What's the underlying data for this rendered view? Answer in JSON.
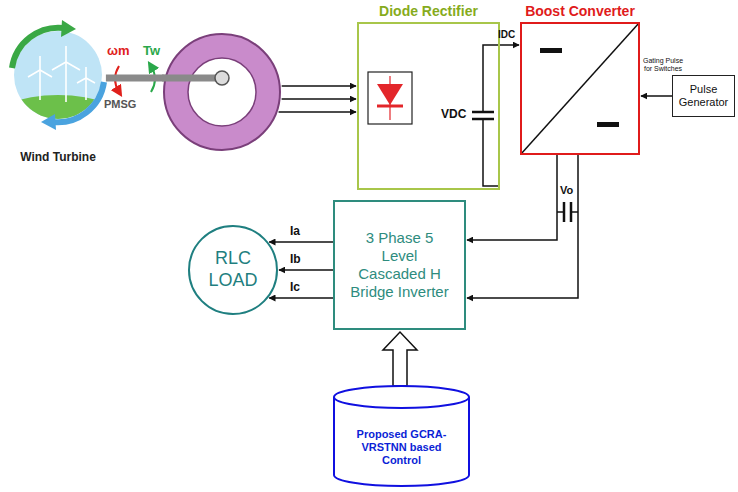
{
  "diagram": {
    "nodes": [
      {
        "text": [
          "Wind Turbine"
        ]
      },
      {
        "text": [
          "PMSG"
        ]
      },
      {
        "text": [
          "Diode Rectifier"
        ]
      },
      {
        "text": [
          "Boost Converter"
        ]
      },
      {
        "text": [
          "Pulse Generator"
        ]
      },
      {
        "text": [
          "3 Phase 5 Level Cascaded H Bridge Inverter"
        ]
      },
      {
        "text": [
          "RLC LOAD"
        ]
      },
      {
        "text": [
          "Proposed GCRA-VRSTNN based Control"
        ]
      }
    ],
    "edges": [
      {
        "from": 0,
        "to": 1,
        "arrow": "none"
      },
      {
        "from": 1,
        "to": 2,
        "arrow": "to"
      },
      {
        "from": 2,
        "to": 3,
        "arrow": "to"
      },
      {
        "from": 4,
        "to": 3,
        "arrow": "to"
      },
      {
        "from": 3,
        "to": 5,
        "arrow": "to"
      },
      {
        "from": 5,
        "to": 6,
        "arrow": "to"
      },
      {
        "from": 7,
        "to": 5,
        "arrow": "to"
      }
    ],
    "labels": [
      "ωm",
      "Tw",
      "IDC",
      "VDC",
      "Gating Pulse for Switches",
      "Vo",
      "Ia",
      "Ib",
      "Ic"
    ]
  }
}
